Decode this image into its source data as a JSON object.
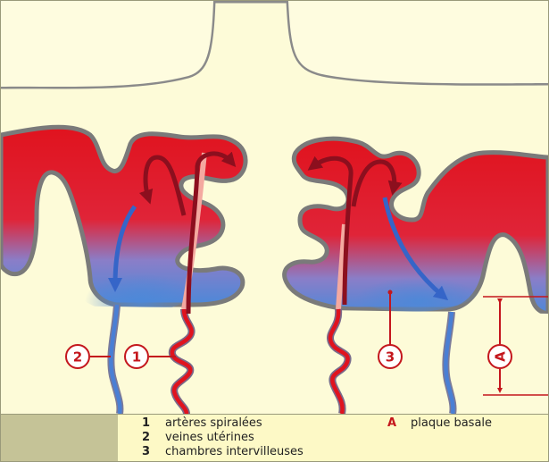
{
  "markers": {
    "m1": "1",
    "m2": "2",
    "m3": "3",
    "mA": "A"
  },
  "legend": {
    "items": [
      {
        "key": "1",
        "label": "artères spiralées"
      },
      {
        "key": "2",
        "label": "veines utérines"
      },
      {
        "key": "3",
        "label": "chambres intervilleuses"
      },
      {
        "key": "A",
        "label": "plaque basale"
      }
    ]
  },
  "colors": {
    "maternal_artery": "#e0131e",
    "maternal_vein": "#4a7fd4",
    "villus": "#fdfbd8",
    "marker_red": "#c4161c"
  }
}
